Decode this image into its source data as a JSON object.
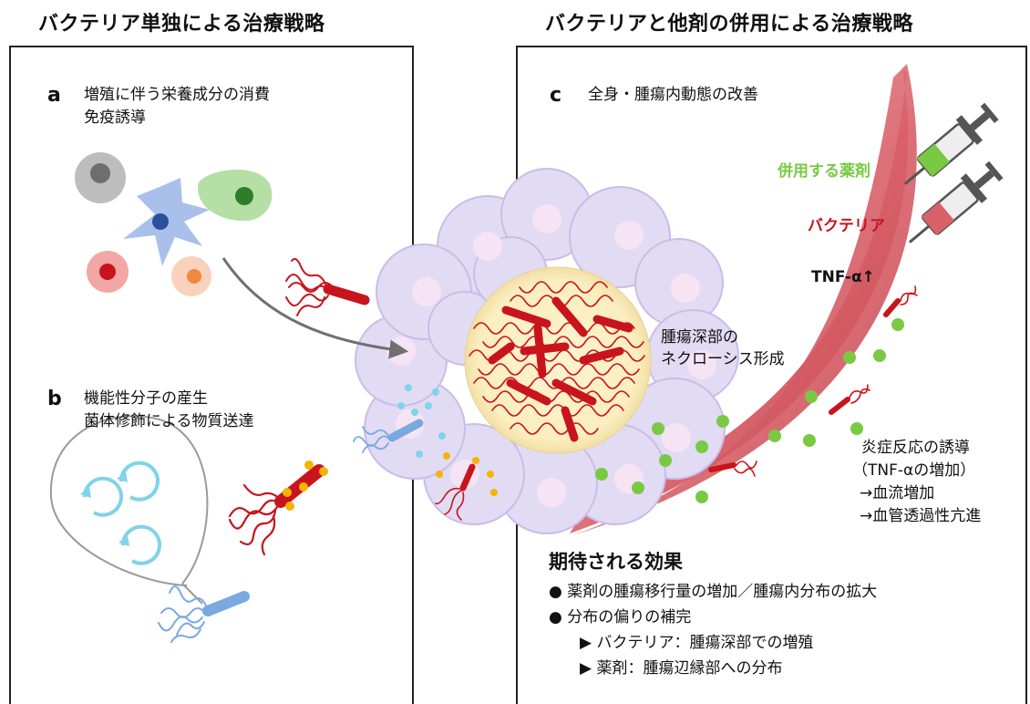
{
  "titles": {
    "left": "バクテリア単独による治療戦略",
    "right": "バクテリアと他剤の併用による治療戦略"
  },
  "panel_a": {
    "label": "a",
    "line1": "増殖に伴う栄養成分の消費",
    "line2": "免疫誘導"
  },
  "panel_b": {
    "label": "b",
    "line1": "機能性分子の産生",
    "line2": "菌体修飾による物質送達"
  },
  "panel_c": {
    "label": "c",
    "line1": "全身・腫瘍内動態の改善"
  },
  "necrosis": {
    "line1": "腫瘍深部の",
    "line2": "ネクローシス形成"
  },
  "legend": {
    "drug": "併用する薬剤",
    "bacteria": "バクテリア",
    "tnf": "TNF-α↑"
  },
  "inflammation": {
    "line1": "炎症反応の誘導",
    "line2": "（TNF-αの増加）",
    "line3": "→血流増加",
    "line4": "→血管透過性亢進"
  },
  "effects": {
    "heading": "期待される効果",
    "bullet1": "●  薬剤の腫瘍移行量の増加／腫瘍内分布の拡大",
    "bullet2": "●  分布の偏りの補完",
    "sub1": "▶ バクテリア：腫瘍深部での増殖",
    "sub2": "▶ 薬剤：腫瘍辺縁部への分布"
  },
  "colors": {
    "bacteria_red": "#c8141c",
    "drug_green": "#7ac943",
    "tumor_lavender": "#ddd6f1",
    "necrosis_core": "#fbf1c7",
    "modified_blue": "#7aa9e0",
    "cargo_orange": "#f5b400"
  }
}
